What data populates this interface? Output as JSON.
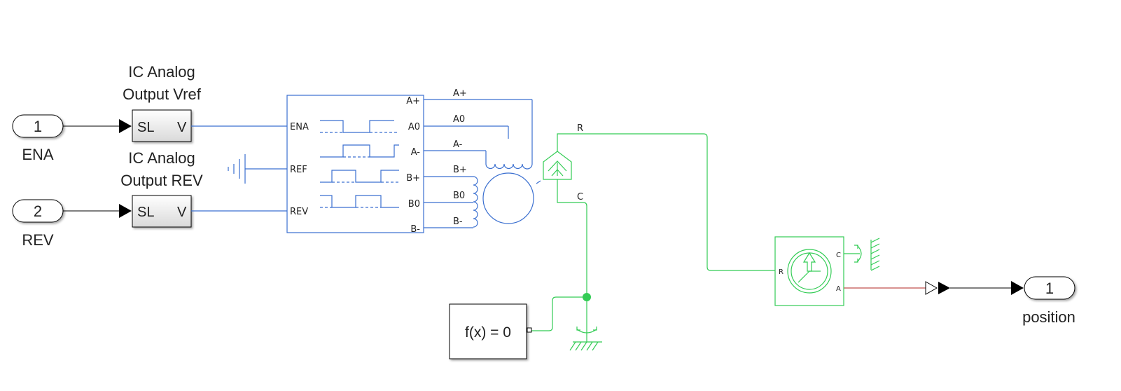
{
  "inports": [
    {
      "number": "1",
      "label": "ENA"
    },
    {
      "number": "2",
      "label": "REV"
    }
  ],
  "converters": [
    {
      "title_line1": "IC Analog",
      "title_line2": "Output Vref",
      "in_label": "SL",
      "out_label": "V"
    },
    {
      "title_line1": "IC Analog",
      "title_line2": "Output REV",
      "in_label": "SL",
      "out_label": "V"
    }
  ],
  "driver": {
    "left_ports": [
      "ENA",
      "REF",
      "REV"
    ],
    "right_ports": [
      "A+",
      "A0",
      "A-",
      "B+",
      "B0",
      "B-"
    ]
  },
  "wire_labels": {
    "motor": [
      "A+",
      "A0",
      "A-",
      "B+",
      "B0",
      "B-"
    ],
    "rotor_r": "R",
    "rotor_c": "C"
  },
  "solver": {
    "label": "f(x) = 0"
  },
  "sensor": {
    "port_r": "R",
    "port_c": "C",
    "port_a": "A"
  },
  "outport": {
    "number": "1",
    "label": "position"
  },
  "colors": {
    "signal": "#000000",
    "electrical": "#3a6fd0",
    "mechanical": "#33cc55",
    "physical_signal": "#c0504d"
  }
}
